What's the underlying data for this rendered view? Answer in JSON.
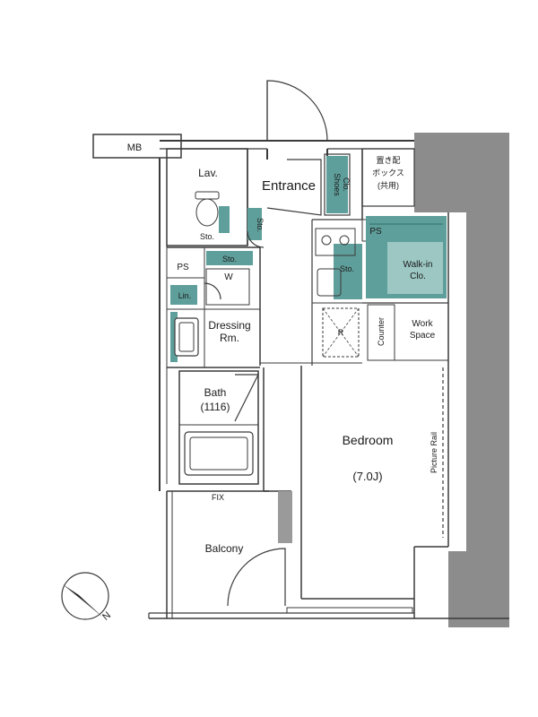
{
  "labels": {
    "mb": "MB",
    "lav": "Lav.",
    "entrance": "Entrance",
    "shoes_clo_line1": "Shoes",
    "shoes_clo_line2": "Clo.",
    "delivery_box_line1": "置き配",
    "delivery_box_line2": "ボックス",
    "delivery_box_line3": "(共用)",
    "ps_left": "PS",
    "ps_right": "PS",
    "sto_lav": "Sto.",
    "sto_entrance": "Sto.",
    "sto_toilet": "Sto.",
    "w": "W",
    "sto_kitchen": "Sto.",
    "walk_in_line1": "Walk-in",
    "walk_in_line2": "Clo.",
    "lin": "Lin.",
    "dressing_line1": "Dressing",
    "dressing_line2": "Rm.",
    "r": "R",
    "counter": "Counter",
    "work_line1": "Work",
    "work_line2": "Space",
    "bath_line1": "Bath",
    "bath_line2": "(1116)",
    "bedroom": "Bedroom",
    "bedroom_size": "(7.0J)",
    "picture_rail": "Picture Rail",
    "fix": "FIX",
    "balcony": "Balcony",
    "north": "N"
  },
  "colors": {
    "wall": "#9a9a9a",
    "line": "#3a3a3a",
    "storage": "#5f9f9b",
    "storage_light": "#9cc7c3",
    "column": "#8c8c8c"
  }
}
